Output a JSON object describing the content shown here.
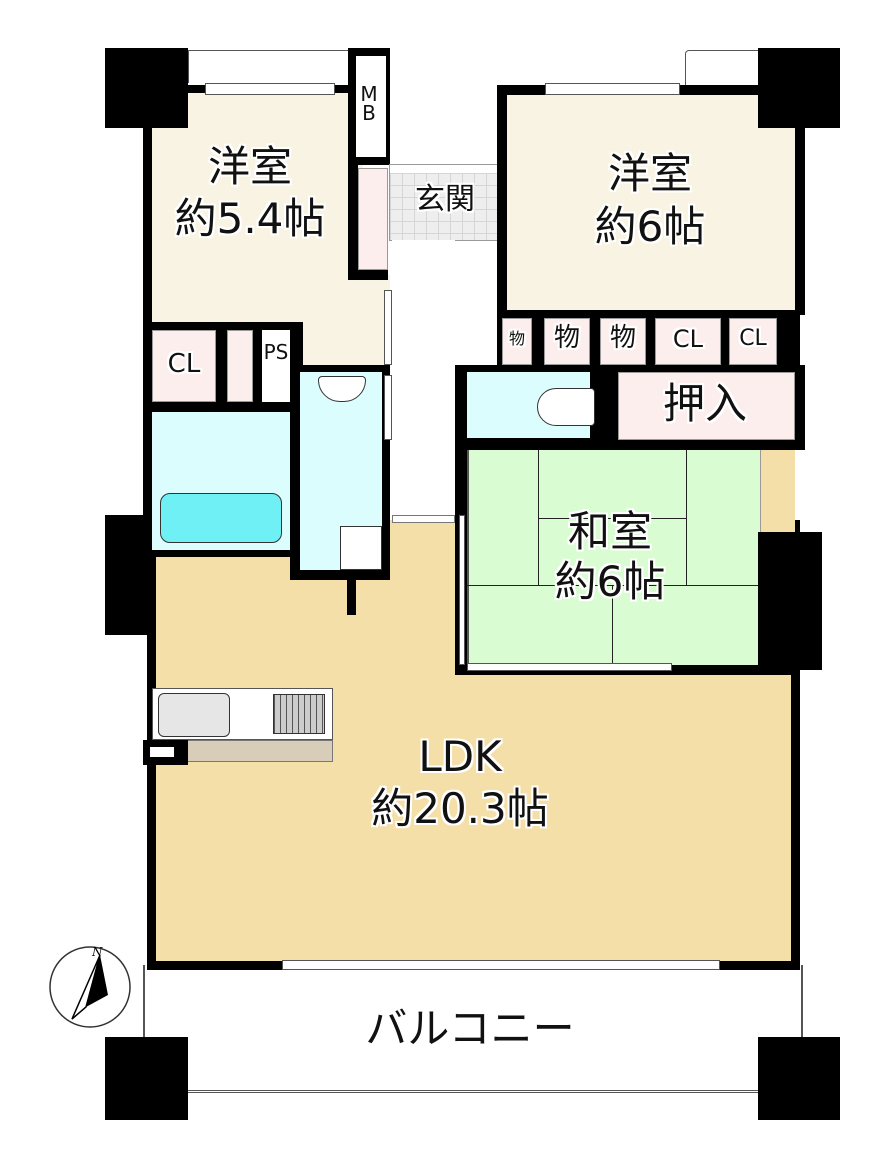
{
  "rooms": {
    "western_room_1": {
      "name": "洋室",
      "size": "約5.4帖"
    },
    "western_room_2": {
      "name": "洋室",
      "size": "約6帖"
    },
    "entrance": {
      "name": "玄関"
    },
    "japanese_room": {
      "name": "和室",
      "size": "約6帖"
    },
    "ldk": {
      "name": "LDK",
      "size": "約20.3帖"
    },
    "oshiire": {
      "name": "押入"
    },
    "balcony": {
      "name": "バルコニー"
    }
  },
  "storage": {
    "mb": "MB",
    "ps": "PS",
    "cl_left": "CL",
    "mono_1": "物",
    "mono_2": "物",
    "mono_3": "物",
    "cl_right_1": "CL",
    "cl_right_2": "CL"
  },
  "compass": {
    "north": "N"
  },
  "colors": {
    "western": "#f8f3e3",
    "ldk": "#f5dfa8",
    "storage": "#fdeeee",
    "wet": "#dcfdfd",
    "tatami": "#d9fcd2"
  }
}
